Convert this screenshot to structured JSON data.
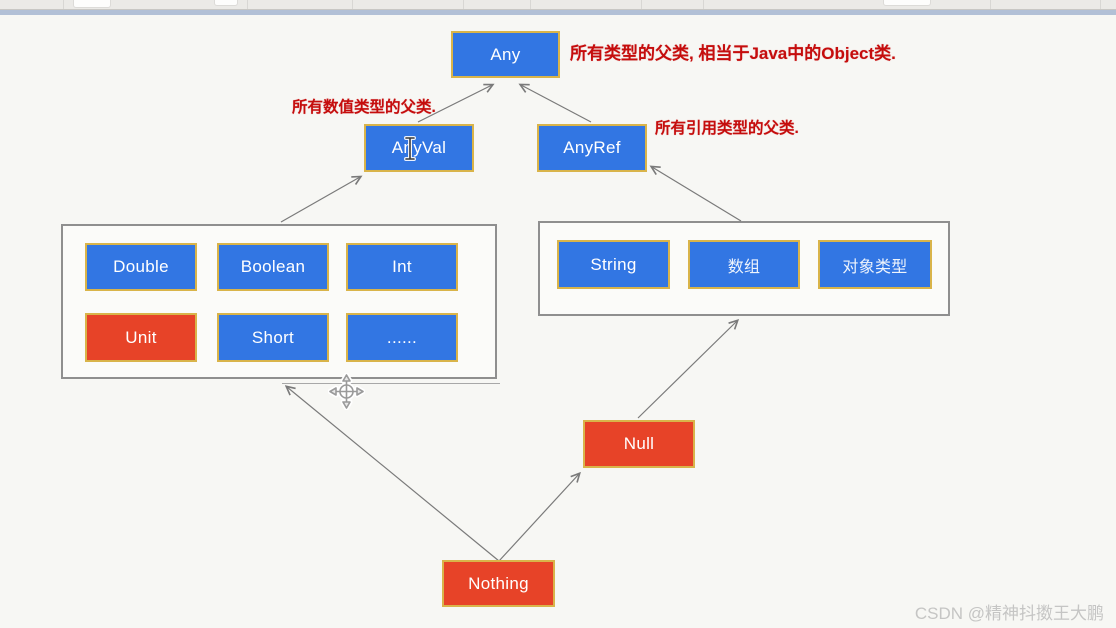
{
  "nodes": {
    "any": "Any",
    "anyval": "AnyVal",
    "anyref": "AnyRef",
    "double": "Double",
    "boolean": "Boolean",
    "int": "Int",
    "unit": "Unit",
    "short": "Short",
    "ellipsis": "......",
    "string": "String",
    "array": "数组",
    "object_type": "对象类型",
    "null": "Null",
    "nothing": "Nothing"
  },
  "annotations": {
    "any_note": "所有类型的父类, 相当于Java中的Object类.",
    "anyval_note": "所有数值类型的父类.",
    "anyref_note": "所有引用类型的父类."
  },
  "watermark": "CSDN @精神抖擞王大鹏",
  "colors": {
    "node_blue": "#3276e3",
    "node_red": "#e74328",
    "node_border_gold": "#d9b44a",
    "container_border": "#8f8f8f",
    "arrow_gray": "#7a7a7a",
    "annotation_red": "#c50d0d",
    "watermark_gray": "#c5c5c4",
    "background": "#f7f7f4",
    "top_stripe": "#b2c0d6"
  }
}
